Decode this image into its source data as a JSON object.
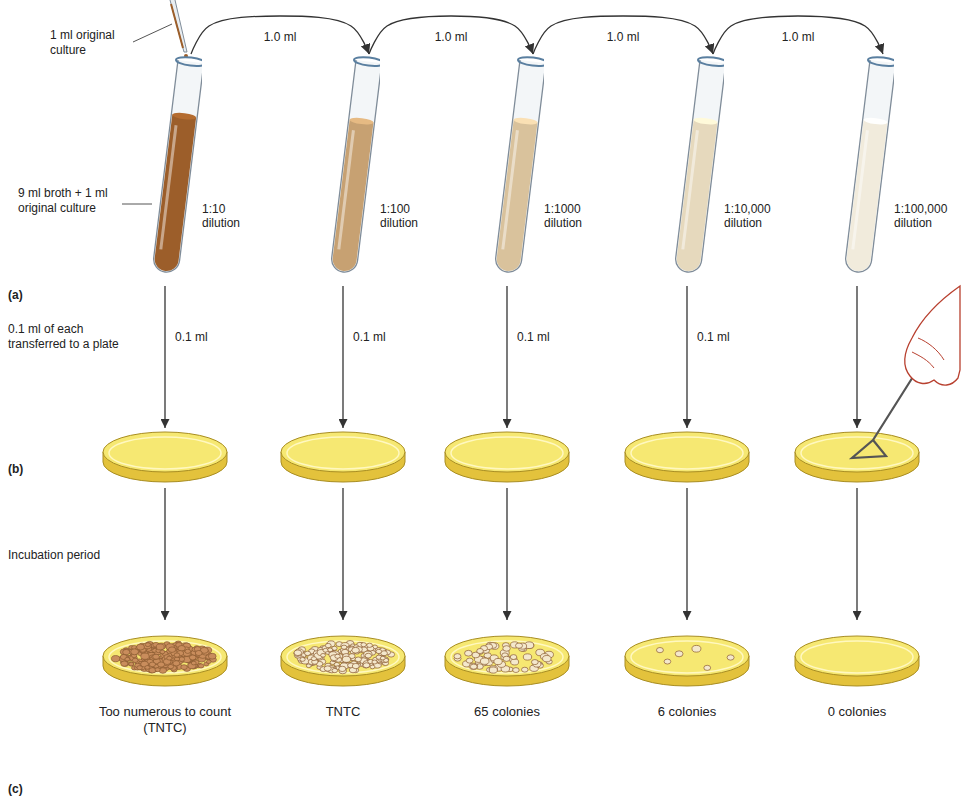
{
  "diagram": {
    "nodes": [
      {
        "text": [
          "1:10 dilution"
        ]
      },
      {
        "text": [
          "1:100 dilution"
        ]
      },
      {
        "text": [
          "1:1000 dilution"
        ]
      },
      {
        "text": [
          "1:10,000 dilution"
        ]
      },
      {
        "text": [
          "1:100,000 dilution"
        ]
      },
      {
        "text": [
          "Too numerous to count (TNTC)"
        ]
      },
      {
        "text": [
          "TNTC"
        ]
      },
      {
        "text": [
          "65 colonies"
        ]
      },
      {
        "text": [
          "6 colonies"
        ]
      },
      {
        "text": [
          "0 colonies"
        ]
      }
    ],
    "edges": [
      {
        "from": 0,
        "to": 1,
        "label": "1.0 ml",
        "arrow": "to"
      },
      {
        "from": 1,
        "to": 2,
        "label": "1.0 ml",
        "arrow": "to"
      },
      {
        "from": 2,
        "to": 3,
        "label": "1.0 ml",
        "arrow": "to"
      },
      {
        "from": 3,
        "to": 4,
        "label": "1.0 ml",
        "arrow": "to"
      }
    ],
    "labels": [
      "1 ml original culture",
      "9 ml broth + 1 ml original culture",
      "(a)",
      "0.1 ml of each transferred to a plate",
      "0.1 ml",
      "0.1 ml",
      "0.1 ml",
      "0.1 ml",
      "(b)",
      "Incubation period",
      "(c)"
    ]
  }
}
